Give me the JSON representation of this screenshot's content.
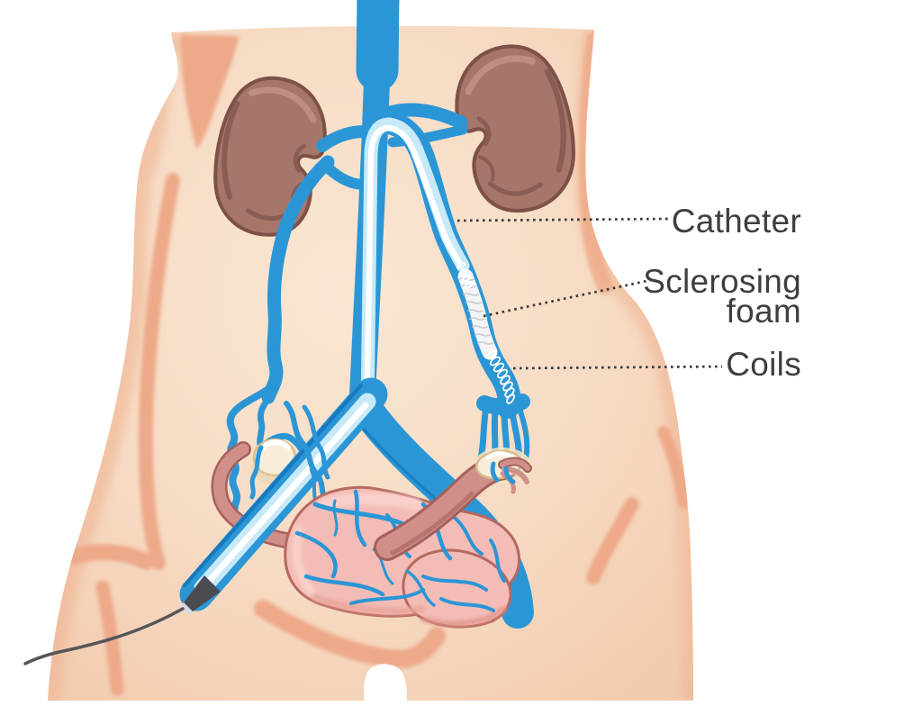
{
  "figure": {
    "labels": {
      "catheter": "Catheter",
      "sclerosing_line1": "Sclerosing",
      "sclerosing_line2": "foam",
      "coils": "Coils"
    },
    "label_color": "#3E3E3E",
    "leader_color": "#383838",
    "colors": {
      "background": "#FFFFFF",
      "skin": "#F6DAC3",
      "skin_shade": "#EDA988",
      "vein_blue": "#2B96D6",
      "vein_blue_dark": "#1878BC",
      "catheter_sheath": "#C7E9F8",
      "catheter_core": "#FDFEFF",
      "kidney": "#A6766B",
      "kidney_outline": "#7E5148",
      "uterus": "#F4BCB6",
      "uterus_outline": "#B5695F",
      "tube_pink": "#D18F8A",
      "tube_pink_dark": "#A5605C",
      "ovary_cream": "#F7EDD8",
      "ovary_outline": "#D9BC8C",
      "foam_white": "#F3F5F7",
      "foam_texture": "#C7CDD5",
      "wire_gray": "#55565A",
      "cone_gray": "#4A4B50"
    },
    "depicted_parts": [
      "torso",
      "left-kidney",
      "right-kidney",
      "inferior-vena-cava",
      "iliac-veins",
      "ovarian-vein",
      "varicose-pelvic-veins",
      "uterus",
      "fallopian-tubes",
      "ovaries",
      "catheter",
      "sclerosing-foam",
      "embolization-coils",
      "guidewire",
      "entry-hub"
    ]
  }
}
